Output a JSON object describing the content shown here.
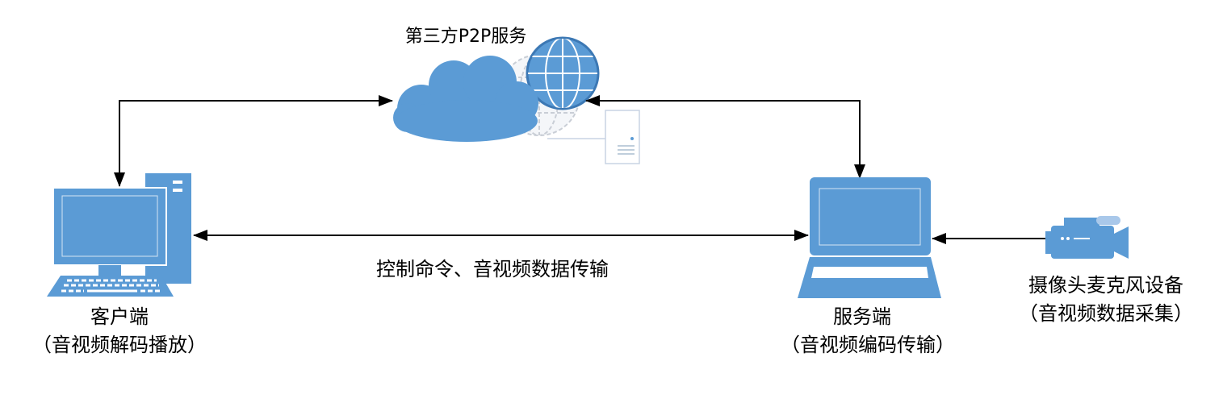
{
  "diagram": {
    "p2p_service": {
      "label": "第三方P2P服务",
      "icon": "cloud-globe-server-icon"
    },
    "link_label": "控制命令、音视频数据传输",
    "client": {
      "title": "客户端",
      "subtitle": "（音视频解码播放）",
      "icon": "desktop-computer-icon"
    },
    "server": {
      "title": "服务端",
      "subtitle": "（音视频编码传输）",
      "icon": "laptop-icon"
    },
    "device": {
      "title": "摄像头麦克风设备",
      "subtitle": "（音视频数据采集）",
      "icon": "video-camera-icon"
    }
  },
  "colors": {
    "accent": "#5b9bd5",
    "connector": "#000000",
    "background": "#ffffff"
  }
}
